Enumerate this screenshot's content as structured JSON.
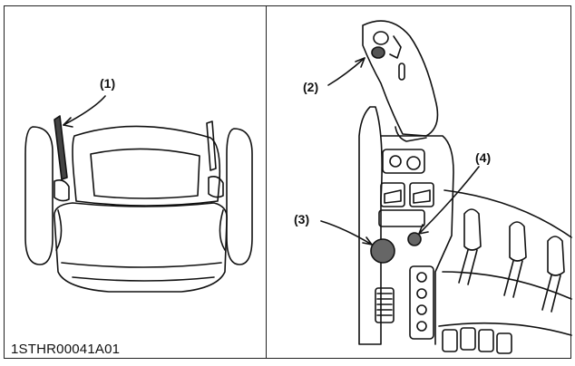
{
  "figure_code": "1STHR00041A01",
  "callouts": {
    "c1": "(1)",
    "c2": "(2)",
    "c3": "(3)",
    "c4": "(4)"
  }
}
